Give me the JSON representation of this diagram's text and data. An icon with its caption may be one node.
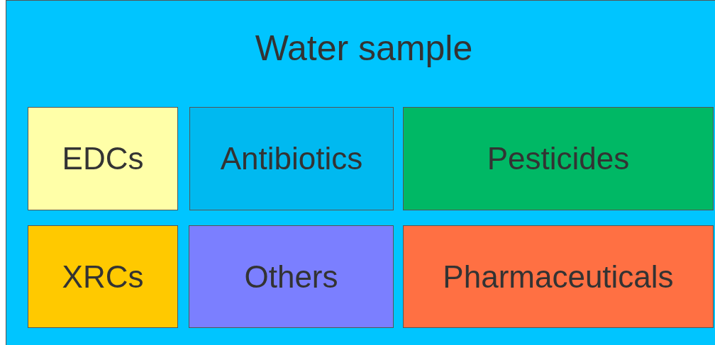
{
  "diagram": {
    "nodes": [
      {
        "text": [
          "Water sample"
        ]
      },
      {
        "text": [
          "EDCs"
        ],
        "in": 0
      },
      {
        "text": [
          "Antibiotics"
        ],
        "in": 0
      },
      {
        "text": [
          "Pesticides"
        ],
        "in": 0
      },
      {
        "text": [
          "XRCs"
        ],
        "in": 0
      },
      {
        "text": [
          "Others"
        ],
        "in": 0
      },
      {
        "text": [
          "Pharmaceuticals"
        ],
        "in": 0
      }
    ]
  }
}
